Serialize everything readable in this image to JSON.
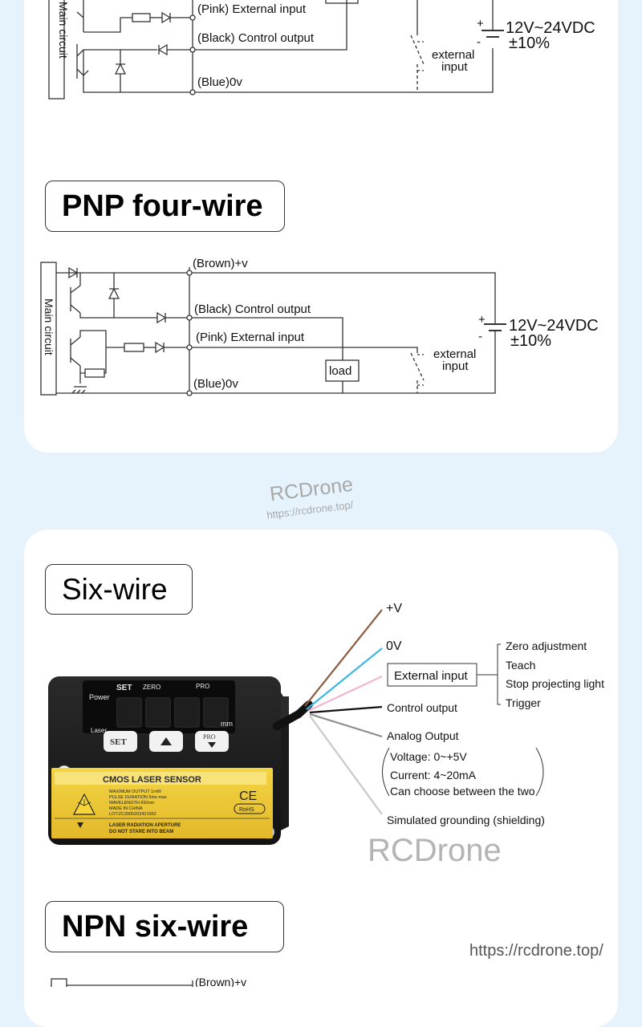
{
  "diagram1": {
    "side_label": "Main circuit",
    "pink_label": "(Pink) External input",
    "black_label": "(Black) Control output",
    "blue_label": "(Blue)0v",
    "supply_label": "12V~24VDC",
    "tolerance_label": "±10%",
    "external_input_label_1": "external",
    "external_input_label_2": "input"
  },
  "section_pnp": {
    "title": "PNP four-wire",
    "side_label": "Main circuit",
    "brown_label": "(Brown)+v",
    "black_label": "(Black) Control output",
    "pink_label": "(Pink) External input",
    "blue_label": "(Blue)0v",
    "load_label": "load",
    "supply_label": "12V~24VDC",
    "tolerance_label": "±10%",
    "external_input_label_1": "external",
    "external_input_label_2": "input"
  },
  "watermark": {
    "brand": "RCDrone",
    "url": "https://rcdrone.top/"
  },
  "section_six": {
    "title": "Six-wire",
    "sensor_label": "CMOS LASER SENSOR",
    "panel_labels": {
      "power": "Power",
      "laser": "Laser",
      "set_top": "SET",
      "zero": "ZERO",
      "pro_top": "PRO",
      "mm": "mm",
      "set_btn": "SET",
      "pro_btn": "PRO"
    },
    "spec_lines": [
      "MAXIMUM OUTPUT   1mW",
      "PULSE DURATION   5ms max",
      "WAVELENGTH   650nm",
      "MADE IN CHINA",
      "LOT:ZC2005202421062"
    ],
    "warning_lines": [
      "LASER RADIATION APERTURE",
      "DO NOT STARE INTO BEAM"
    ],
    "ce": "CE",
    "rohs": "RoHS",
    "wires": {
      "plus_v": "+V",
      "zero_v": "0V",
      "external_input": "External input",
      "control_output": "Control output",
      "analog_output": "Analog Output",
      "simulated_grounding": "Simulated grounding (shielding)"
    },
    "external_input_functions": [
      "Zero adjustment",
      "Teach",
      "Stop projecting light",
      "Trigger"
    ],
    "analog_lines": [
      "Voltage: 0~+5V",
      "Current: 4~20mA",
      "Can choose between the two"
    ],
    "wire_colors": {
      "brown": "#8b5a3c",
      "blue": "#3db7e4",
      "pink": "#f0b6cf",
      "black": "#111111",
      "gray": "#8c8c8c",
      "shield": "#c8c8c8"
    }
  },
  "section_npn6": {
    "title": "NPN six-wire",
    "brown_label": "(Brown)+v"
  }
}
